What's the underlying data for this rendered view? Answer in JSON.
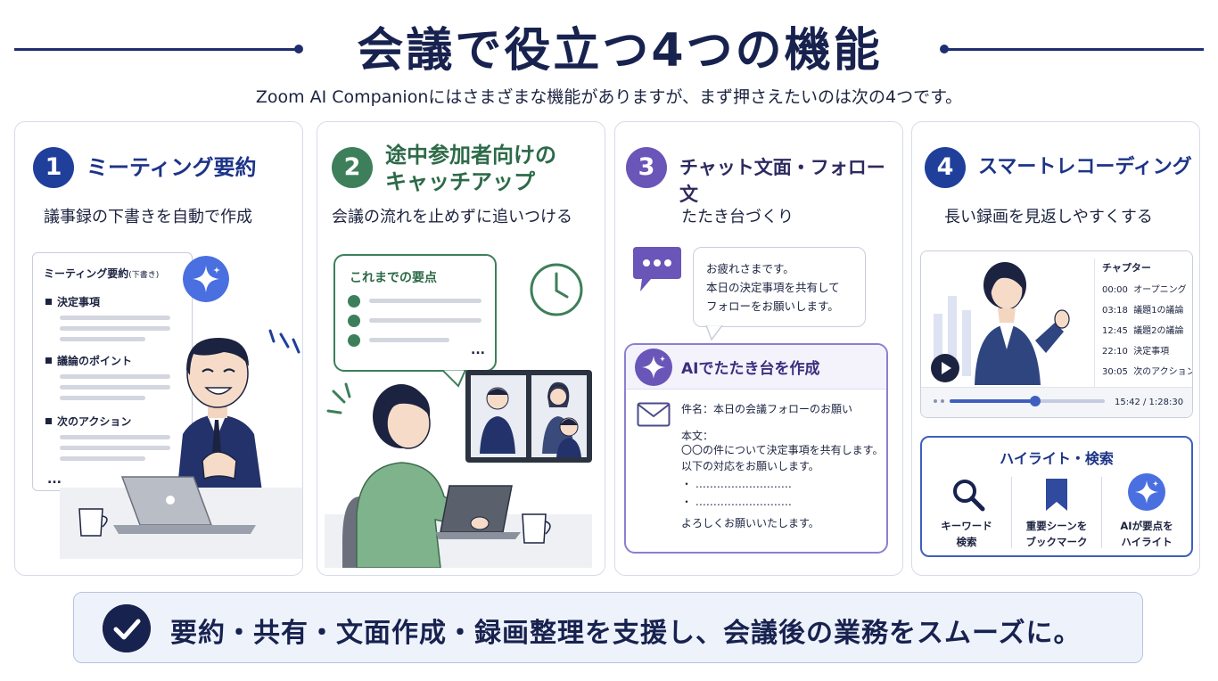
{
  "header": {
    "title": "会議で役立つ4つの機能",
    "subtitle": "Zoom AI Companionにはさまざまな機能がありますが、まず押さえたいのは次の4つです。"
  },
  "cards": [
    {
      "number": "1",
      "title": "ミーティング要約",
      "description": "議事録の下書きを自動で作成",
      "doc": {
        "title": "ミーティング要約",
        "title_note": "(下書き)",
        "sections": [
          "決定事項",
          "議論のポイント",
          "次のアクション"
        ],
        "more": "..."
      }
    },
    {
      "number": "2",
      "title_line1": "途中参加者向けの",
      "title_line2": "キャッチアップ",
      "description": "会議の流れを止めずに追いつける",
      "bubble": {
        "title": "これまでの要点",
        "more": "..."
      }
    },
    {
      "number": "3",
      "title": "チャット文面・フォロー文",
      "description": "たたき台づくり",
      "chat": {
        "line1": "お疲れさまです。",
        "line2": "本日の決定事項を共有して",
        "line3": "フォローをお願いします。"
      },
      "mail": {
        "header": "AIでたたき台を作成",
        "subject": "件名：本日の会議フォローのお願い",
        "body_label": "本文：",
        "body_line1": "〇〇の件について決定事項を共有します。",
        "body_line2": "以下の対応をお願いします。",
        "item1": "・  ………………………",
        "item2": "・  ………………………",
        "closing": "よろしくお願いいたします。"
      }
    },
    {
      "number": "4",
      "title": "スマートレコーディング",
      "description": "長い録画を見返しやすくする",
      "video": {
        "chapter_title": "チャプター",
        "chapters": [
          {
            "time": "00:00",
            "label": "オープニング"
          },
          {
            "time": "03:18",
            "label": "議題1の議論"
          },
          {
            "time": "12:45",
            "label": "議題2の議論"
          },
          {
            "time": "22:10",
            "label": "決定事項"
          },
          {
            "time": "30:05",
            "label": "次のアクション"
          }
        ],
        "time_display": "15:42 / 1:28:30",
        "progress": 0.55
      },
      "highlight": {
        "title": "ハイライト・検索",
        "items": [
          {
            "line1": "キーワード",
            "line2": "検索",
            "icon": "search-icon"
          },
          {
            "line1": "重要シーンを",
            "line2": "ブックマーク",
            "icon": "bookmark-icon"
          },
          {
            "line1": "AIが要点を",
            "line2": "ハイライト",
            "icon": "sparkle-icon"
          }
        ]
      }
    }
  ],
  "footer": {
    "text": "要約・共有・文面作成・録画整理を支援し、会議後の業務をスムーズに。"
  },
  "colors": {
    "navy": "#17224f",
    "blue": "#1f3f9a",
    "green": "#3d7f5a",
    "purple": "#6a55b8",
    "sparkle_blue": "#4a6fe0"
  }
}
